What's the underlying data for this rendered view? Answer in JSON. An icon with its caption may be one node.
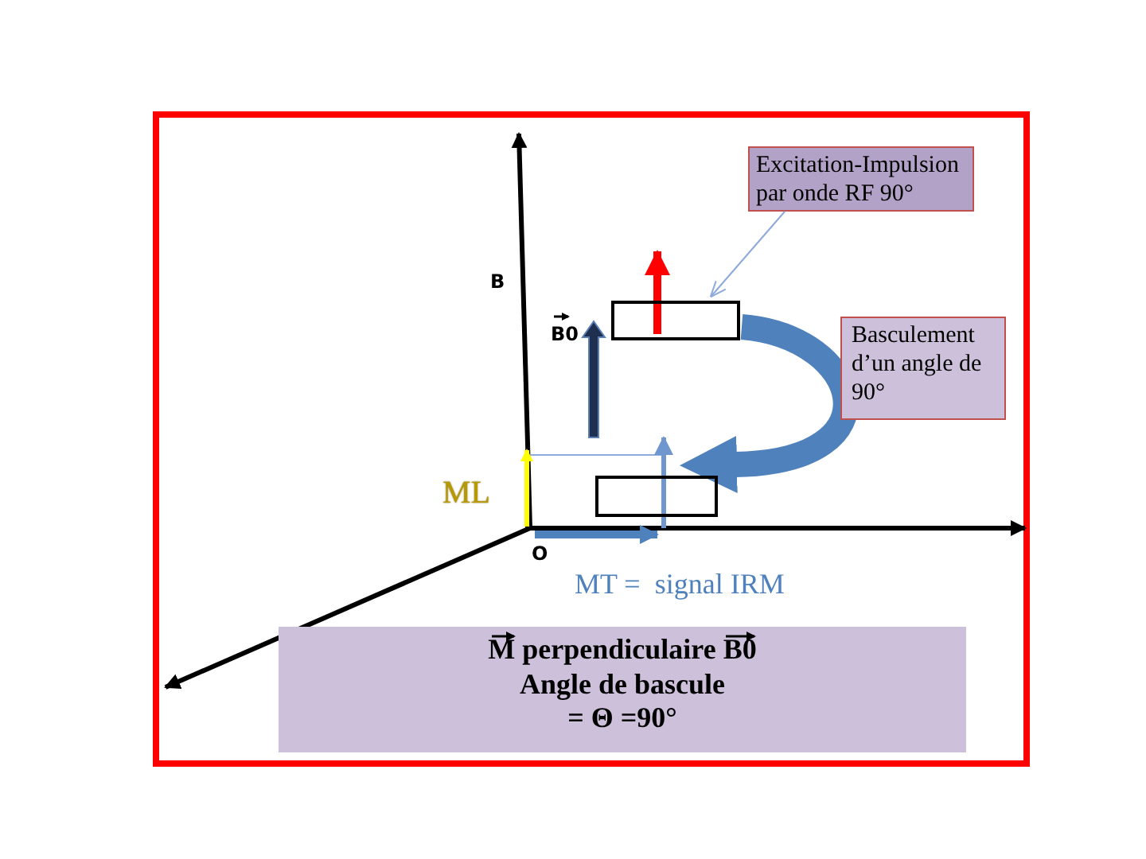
{
  "diagram": {
    "nodes": [
      {
        "text": [
          "Excitation-Impulsion par onde RF 90°"
        ]
      },
      {
        "text": [],
        "shape": "box"
      },
      {
        "text": [
          "Basculement d’un angle de 90°"
        ]
      },
      {
        "text": [],
        "shape": "box"
      },
      {
        "text": [
          "M perpendiculaire  B0",
          "Angle de bascule",
          "= Θ =90°"
        ]
      }
    ],
    "edges": [
      {
        "from": 0,
        "to": 1,
        "arrow": "to"
      },
      {
        "from": 1,
        "to": 3,
        "arrow": "to",
        "style": "thick",
        "color": "#4f81bd"
      }
    ],
    "labels": [
      "B",
      "B0",
      "ML",
      "O",
      "MT =  signal IRM"
    ]
  }
}
